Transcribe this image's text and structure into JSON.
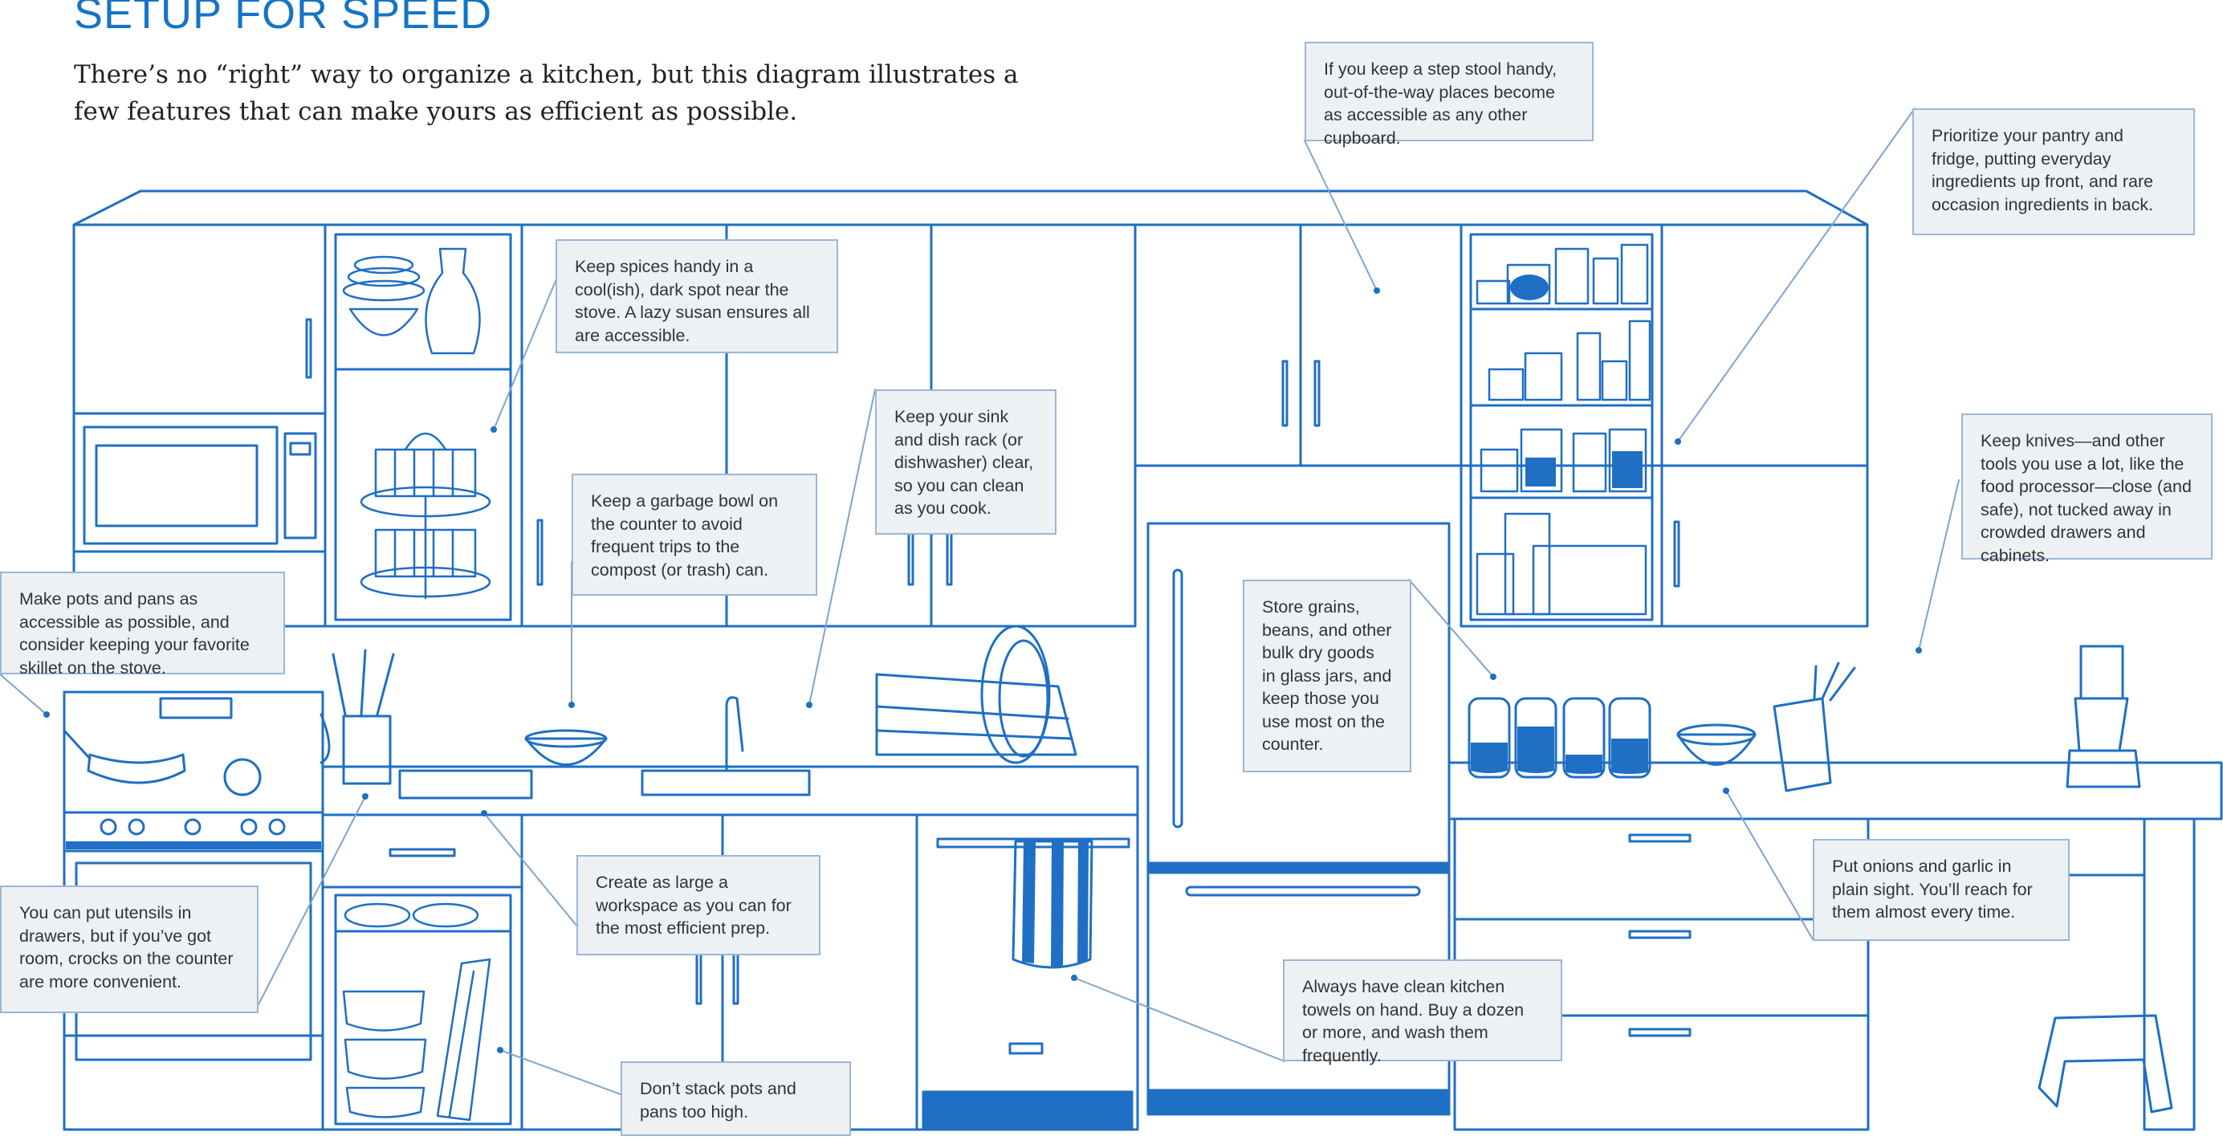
{
  "header": {
    "title": "SETUP FOR SPEED",
    "subtitle": "There’s no “right” way to organize a kitchen, but this diagram illustrates a few features that can make yours as efficient as possible."
  },
  "colors": {
    "line": "#1f6fc4",
    "accent": "#1574c5",
    "callout_bg": "#eef1f4",
    "callout_border": "#9ab7d6"
  },
  "callouts": {
    "step_stool": "If you keep a step stool handy, out-of-the-way places become as accessible as any other cupboard.",
    "pantry_fridge": "Prioritize your pantry and fridge, putting everyday ingredients up front, and rare occasion ingredients in back.",
    "spices": "Keep spices handy in a cool(ish), dark spot near the stove. A lazy susan ensures all are accessible.",
    "sink": "Keep your sink and dish rack (or dishwasher) clear, so you can clean as you cook.",
    "garbage_bowl": "Keep a garbage bowl on the counter to avoid frequent trips to the compost (or trash) can.",
    "knives": "Keep knives—and other tools you use a lot, like the food processor—close (and safe), not tucked away in crowded drawers and cabinets.",
    "pots_pans": "Make pots and pans as accessible as possible, and consider keeping your favorite skillet on the stove.",
    "grains": "Store grains, beans, and other bulk dry goods in glass jars, and keep those you use most on the counter.",
    "onions": "Put onions and garlic in plain sight. You’ll reach for them almost every time.",
    "utensils": "You can put utensils in drawers, but if you’ve got room, crocks on the counter are more convenient.",
    "workspace": "Create as large a workspace as you can for the most efficient prep.",
    "towels": "Always have clean kitchen towels on hand. Buy a dozen or more, and wash them frequently.",
    "stack": "Don’t stack pots and pans too high."
  }
}
